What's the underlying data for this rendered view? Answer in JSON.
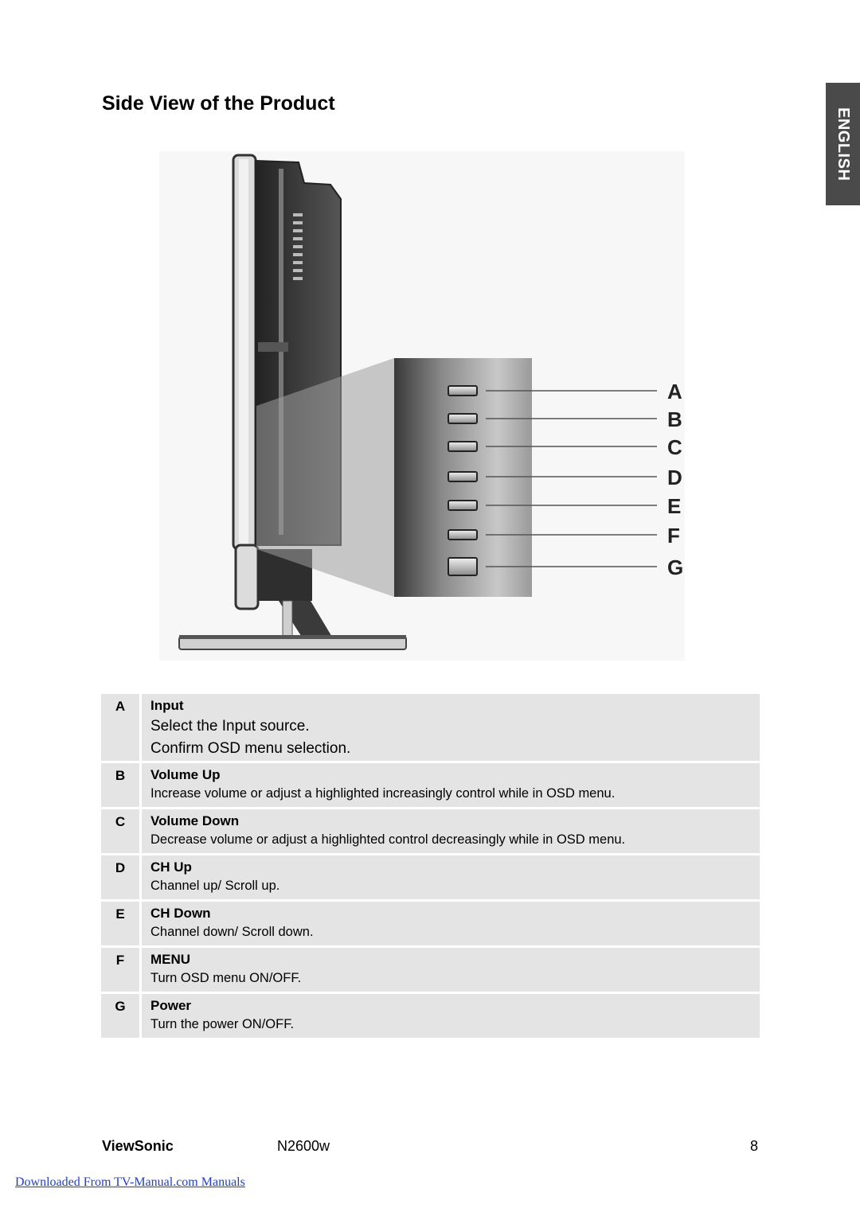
{
  "page_title": "Side View of the Product",
  "language_tab": "ENGLISH",
  "figure": {
    "callout_letters": [
      "A",
      "B",
      "C",
      "D",
      "E",
      "F",
      "G"
    ]
  },
  "controls": [
    {
      "key": "A",
      "name": "Input",
      "desc": [
        "Select the Input source.",
        "Confirm OSD menu selection."
      ]
    },
    {
      "key": "B",
      "name": "Volume Up",
      "desc": [
        "Increase volume or adjust a highlighted increasingly control while in OSD menu."
      ]
    },
    {
      "key": "C",
      "name": "Volume Down",
      "desc": [
        "Decrease volume or adjust a highlighted control decreasingly while in OSD menu."
      ]
    },
    {
      "key": "D",
      "name": "CH Up",
      "desc": [
        "Channel up/ Scroll up."
      ]
    },
    {
      "key": "E",
      "name": "CH Down",
      "desc": [
        "Channel down/ Scroll down."
      ]
    },
    {
      "key": "F",
      "name": "MENU",
      "desc": [
        "Turn OSD menu ON/OFF."
      ]
    },
    {
      "key": "G",
      "name": "Power",
      "desc": [
        "Turn the power ON/OFF."
      ]
    }
  ],
  "footer": {
    "brand": "ViewSonic",
    "model": "N2600w",
    "page": "8"
  },
  "download_link": "Downloaded From TV-Manual.com Manuals"
}
